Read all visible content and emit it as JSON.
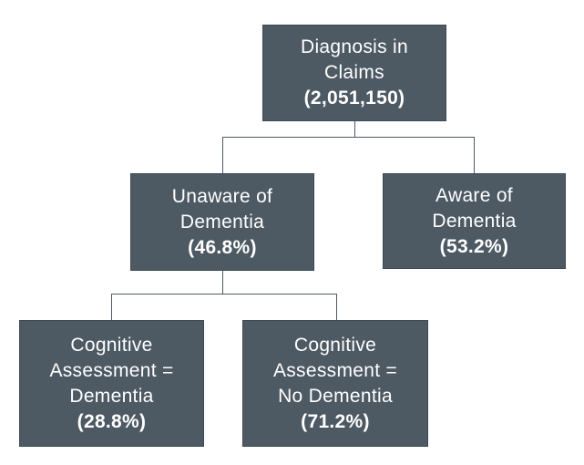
{
  "diagram": {
    "type": "flowchart",
    "background": "#ffffff",
    "colors": {
      "box_fill": "#4d5963",
      "box_border": "#3d4a53",
      "connector": "#4f5a63",
      "text": "#ffffff"
    },
    "nodes": [
      {
        "id": "diagnosis-in-claims",
        "lines": [
          "Diagnosis in",
          "Claims"
        ],
        "value": "(2,051,150)"
      },
      {
        "id": "unaware-of-dementia",
        "lines": [
          "Unaware of",
          "Dementia"
        ],
        "value": "(46.8%)"
      },
      {
        "id": "aware-of-dementia",
        "lines": [
          "Aware of",
          "Dementia"
        ],
        "value": "(53.2%)"
      },
      {
        "id": "cognitive-assessment-dementia",
        "lines": [
          "Cognitive",
          "Assessment =",
          "Dementia"
        ],
        "value": "(28.8%)"
      },
      {
        "id": "cognitive-assessment-no-dementia",
        "lines": [
          "Cognitive",
          "Assessment =",
          "No Dementia"
        ],
        "value": "(71.2%)"
      }
    ],
    "edges": [
      {
        "from": "diagnosis-in-claims",
        "to": "unaware-of-dementia"
      },
      {
        "from": "diagnosis-in-claims",
        "to": "aware-of-dementia"
      },
      {
        "from": "unaware-of-dementia",
        "to": "cognitive-assessment-dementia"
      },
      {
        "from": "unaware-of-dementia",
        "to": "cognitive-assessment-no-dementia"
      }
    ]
  }
}
